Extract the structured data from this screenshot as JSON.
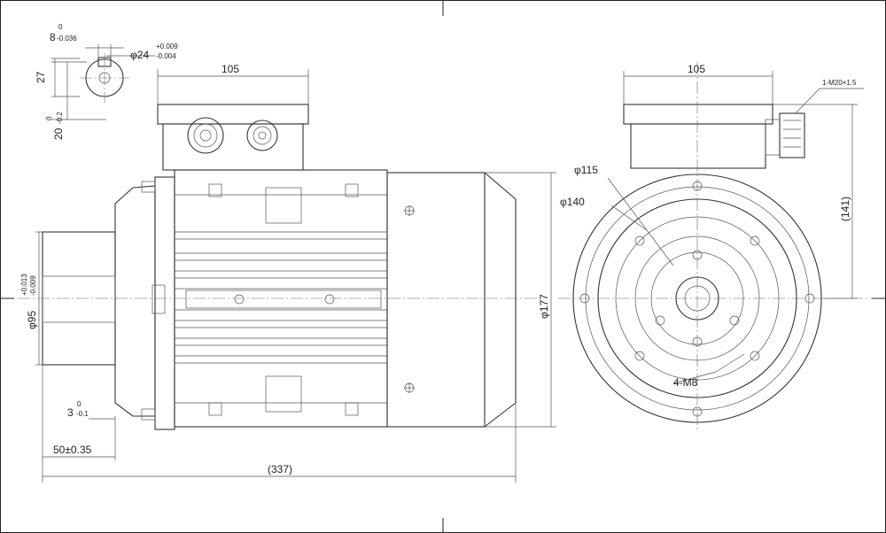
{
  "drawing": {
    "side_view": {
      "key_width": "8",
      "key_width_tol_upper": "0",
      "key_width_tol_lower": "-0.036",
      "shaft_dia": "φ24",
      "shaft_dia_tol_upper": "+0.009",
      "shaft_dia_tol_lower": "-0.004",
      "key_height": "27",
      "shaft_offset": "20",
      "shaft_offset_tol_upper": "0",
      "shaft_offset_tol_lower": "-0.2",
      "terminal_box_width": "105",
      "spigot_dia": "φ95",
      "spigot_dia_tol_upper": "+0.013",
      "spigot_dia_tol_lower": "-0.009",
      "spigot_depth": "3",
      "spigot_depth_tol_upper": "0",
      "spigot_depth_tol_lower": "-0.1",
      "shaft_length": "50±0.35",
      "overall_length": "(337)",
      "body_dia": "φ177"
    },
    "end_view": {
      "terminal_box_width": "105",
      "cable_gland": "1-M20×1.5",
      "height_to_box": "(141)",
      "spigot_pcd": "φ115",
      "flange_pcd": "φ140",
      "mounting_holes": "4-M8"
    }
  }
}
